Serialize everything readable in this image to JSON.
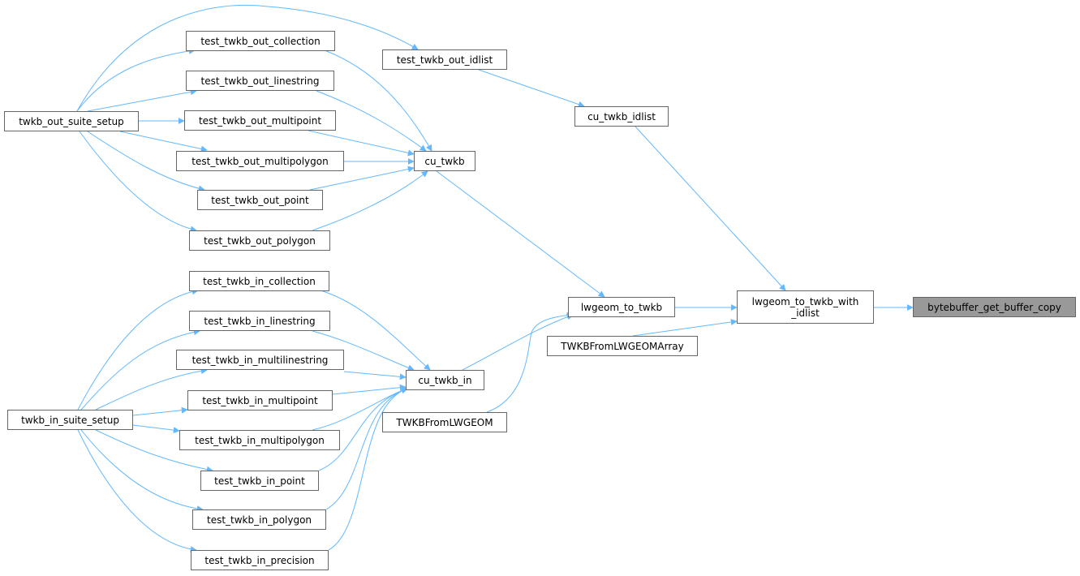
{
  "colors": {
    "edge": "#63b8ff",
    "node_border": "#666666",
    "current_fill": "#999999"
  },
  "nodes": [
    {
      "id": "twkb_out_suite_setup",
      "lines": [
        "twkb_out_suite_setup"
      ]
    },
    {
      "id": "test_twkb_out_collection",
      "lines": [
        "test_twkb_out_collection"
      ]
    },
    {
      "id": "test_twkb_out_linestring",
      "lines": [
        "test_twkb_out_linestring"
      ]
    },
    {
      "id": "test_twkb_out_multipoint",
      "lines": [
        "test_twkb_out_multipoint"
      ]
    },
    {
      "id": "test_twkb_out_multipolygon",
      "lines": [
        "test_twkb_out_multipolygon"
      ]
    },
    {
      "id": "test_twkb_out_point",
      "lines": [
        "test_twkb_out_point"
      ]
    },
    {
      "id": "test_twkb_out_polygon",
      "lines": [
        "test_twkb_out_polygon"
      ]
    },
    {
      "id": "test_twkb_out_idlist",
      "lines": [
        "test_twkb_out_idlist"
      ]
    },
    {
      "id": "cu_twkb",
      "lines": [
        "cu_twkb"
      ]
    },
    {
      "id": "cu_twkb_idlist",
      "lines": [
        "cu_twkb_idlist"
      ]
    },
    {
      "id": "twkb_in_suite_setup",
      "lines": [
        "twkb_in_suite_setup"
      ]
    },
    {
      "id": "test_twkb_in_collection",
      "lines": [
        "test_twkb_in_collection"
      ]
    },
    {
      "id": "test_twkb_in_linestring",
      "lines": [
        "test_twkb_in_linestring"
      ]
    },
    {
      "id": "test_twkb_in_multilinestring",
      "lines": [
        "test_twkb_in_multilinestring"
      ]
    },
    {
      "id": "test_twkb_in_multipoint",
      "lines": [
        "test_twkb_in_multipoint"
      ]
    },
    {
      "id": "test_twkb_in_multipolygon",
      "lines": [
        "test_twkb_in_multipolygon"
      ]
    },
    {
      "id": "test_twkb_in_point",
      "lines": [
        "test_twkb_in_point"
      ]
    },
    {
      "id": "test_twkb_in_polygon",
      "lines": [
        "test_twkb_in_polygon"
      ]
    },
    {
      "id": "test_twkb_in_precision",
      "lines": [
        "test_twkb_in_precision"
      ]
    },
    {
      "id": "cu_twkb_in",
      "lines": [
        "cu_twkb_in"
      ]
    },
    {
      "id": "TWKBFromLWGEOM",
      "lines": [
        "TWKBFromLWGEOM"
      ]
    },
    {
      "id": "lwgeom_to_twkb",
      "lines": [
        "lwgeom_to_twkb"
      ]
    },
    {
      "id": "TWKBFromLWGEOMArray",
      "lines": [
        "TWKBFromLWGEOMArray"
      ]
    },
    {
      "id": "lwgeom_to_twkb_with_idlist",
      "lines": [
        "lwgeom_to_twkb_with",
        "_idlist"
      ]
    },
    {
      "id": "bytebuffer_get_buffer_copy",
      "lines": [
        "bytebuffer_get_buffer_copy"
      ],
      "current": true
    }
  ],
  "edges": [
    [
      "twkb_out_suite_setup",
      "test_twkb_out_collection"
    ],
    [
      "twkb_out_suite_setup",
      "test_twkb_out_linestring"
    ],
    [
      "twkb_out_suite_setup",
      "test_twkb_out_multipoint"
    ],
    [
      "twkb_out_suite_setup",
      "test_twkb_out_multipolygon"
    ],
    [
      "twkb_out_suite_setup",
      "test_twkb_out_point"
    ],
    [
      "twkb_out_suite_setup",
      "test_twkb_out_polygon"
    ],
    [
      "twkb_out_suite_setup",
      "test_twkb_out_idlist"
    ],
    [
      "test_twkb_out_collection",
      "cu_twkb"
    ],
    [
      "test_twkb_out_linestring",
      "cu_twkb"
    ],
    [
      "test_twkb_out_multipoint",
      "cu_twkb"
    ],
    [
      "test_twkb_out_multipolygon",
      "cu_twkb"
    ],
    [
      "test_twkb_out_point",
      "cu_twkb"
    ],
    [
      "test_twkb_out_polygon",
      "cu_twkb"
    ],
    [
      "test_twkb_out_idlist",
      "cu_twkb_idlist"
    ],
    [
      "cu_twkb_idlist",
      "lwgeom_to_twkb_with_idlist"
    ],
    [
      "cu_twkb",
      "lwgeom_to_twkb"
    ],
    [
      "lwgeom_to_twkb",
      "lwgeom_to_twkb_with_idlist"
    ],
    [
      "TWKBFromLWGEOMArray",
      "lwgeom_to_twkb_with_idlist"
    ],
    [
      "lwgeom_to_twkb_with_idlist",
      "bytebuffer_get_buffer_copy"
    ],
    [
      "cu_twkb_in",
      "lwgeom_to_twkb"
    ],
    [
      "TWKBFromLWGEOM",
      "lwgeom_to_twkb"
    ],
    [
      "twkb_in_suite_setup",
      "test_twkb_in_collection"
    ],
    [
      "twkb_in_suite_setup",
      "test_twkb_in_linestring"
    ],
    [
      "twkb_in_suite_setup",
      "test_twkb_in_multilinestring"
    ],
    [
      "twkb_in_suite_setup",
      "test_twkb_in_multipoint"
    ],
    [
      "twkb_in_suite_setup",
      "test_twkb_in_multipolygon"
    ],
    [
      "twkb_in_suite_setup",
      "test_twkb_in_point"
    ],
    [
      "twkb_in_suite_setup",
      "test_twkb_in_polygon"
    ],
    [
      "twkb_in_suite_setup",
      "test_twkb_in_precision"
    ],
    [
      "test_twkb_in_collection",
      "cu_twkb_in"
    ],
    [
      "test_twkb_in_linestring",
      "cu_twkb_in"
    ],
    [
      "test_twkb_in_multilinestring",
      "cu_twkb_in"
    ],
    [
      "test_twkb_in_multipoint",
      "cu_twkb_in"
    ],
    [
      "test_twkb_in_multipolygon",
      "cu_twkb_in"
    ],
    [
      "test_twkb_in_point",
      "cu_twkb_in"
    ],
    [
      "test_twkb_in_polygon",
      "cu_twkb_in"
    ],
    [
      "test_twkb_in_precision",
      "cu_twkb_in"
    ]
  ]
}
